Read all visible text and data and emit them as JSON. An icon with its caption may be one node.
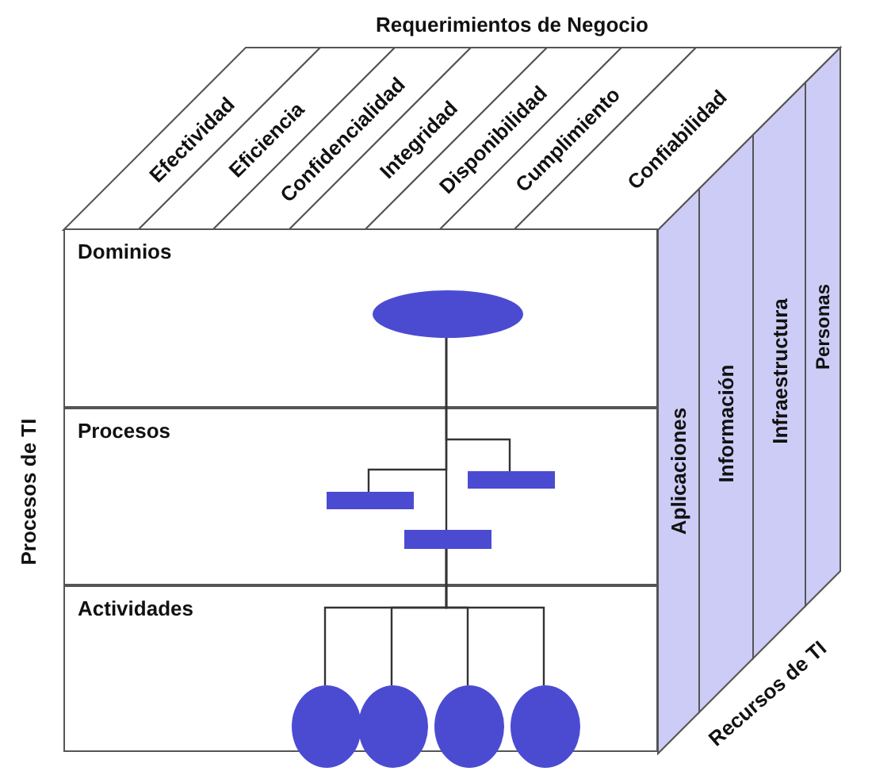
{
  "diagram": {
    "nodes": [
      {
        "text": [
          "Efectividad"
        ]
      },
      {
        "text": [
          "Eficiencia"
        ]
      },
      {
        "text": [
          "Confidencialidad"
        ]
      },
      {
        "text": [
          "Integridad"
        ]
      },
      {
        "text": [
          "Disponibilidad"
        ]
      },
      {
        "text": [
          "Cumplimiento"
        ]
      },
      {
        "text": [
          "Confiabilidad"
        ]
      },
      {
        "text": [
          "Dominios"
        ]
      },
      {
        "text": [],
        "shape": "ellipse",
        "in": 7
      },
      {
        "text": [
          "Procesos"
        ]
      },
      {
        "text": [],
        "shape": "bar",
        "in": 9
      },
      {
        "text": [],
        "shape": "bar",
        "in": 9
      },
      {
        "text": [],
        "shape": "bar",
        "in": 9
      },
      {
        "text": [
          "Actividades"
        ]
      },
      {
        "text": [],
        "shape": "circle",
        "in": 13
      },
      {
        "text": [],
        "shape": "circle",
        "in": 13
      },
      {
        "text": [],
        "shape": "circle",
        "in": 13
      },
      {
        "text": [],
        "shape": "circle",
        "in": 13
      },
      {
        "text": [
          "Aplicaciones"
        ]
      },
      {
        "text": [
          "Información"
        ]
      },
      {
        "text": [
          "Infraestructura"
        ]
      },
      {
        "text": [
          "Personas"
        ]
      }
    ],
    "edges": [
      {
        "from": 8,
        "to": 10,
        "arrow": "none"
      },
      {
        "from": 8,
        "to": 11,
        "arrow": "none"
      },
      {
        "from": 8,
        "to": 12,
        "arrow": "none"
      },
      {
        "from": 11,
        "to": 14,
        "arrow": "none"
      },
      {
        "from": 11,
        "to": 15,
        "arrow": "none"
      },
      {
        "from": 11,
        "to": 16,
        "arrow": "none"
      },
      {
        "from": 11,
        "to": 17,
        "arrow": "none"
      }
    ],
    "labels": [
      "Requerimientos de Negocio",
      "Procesos de TI",
      "Recursos de TI"
    ]
  }
}
